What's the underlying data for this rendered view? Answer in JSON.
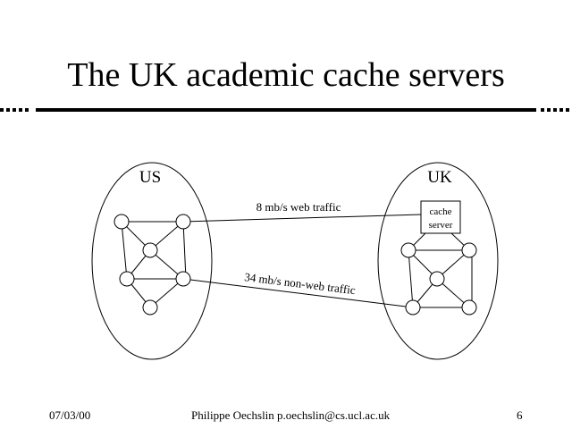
{
  "slide": {
    "title": "The UK academic cache servers",
    "footer": {
      "date": "07/03/00",
      "author": "Philippe Oechslin p.oechslin@cs.ucl.ac.uk",
      "page": "6"
    }
  },
  "diagram": {
    "regions": [
      {
        "id": "us",
        "label": "US"
      },
      {
        "id": "uk",
        "label": "UK"
      }
    ],
    "cache_box": {
      "line1": "cache",
      "line2": "server"
    },
    "links": [
      {
        "id": "web",
        "label": "8 mb/s web traffic"
      },
      {
        "id": "nonweb",
        "label": "34 mb/s non-web traffic"
      }
    ]
  }
}
